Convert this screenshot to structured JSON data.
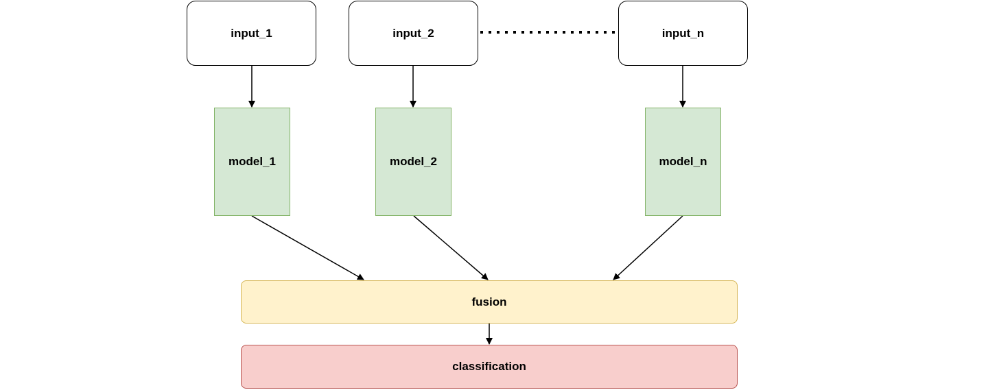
{
  "diagram": {
    "inputs": [
      {
        "label": "input_1"
      },
      {
        "label": "input_2"
      },
      {
        "label": "input_n"
      }
    ],
    "models": [
      {
        "label": "model_1"
      },
      {
        "label": "model_2"
      },
      {
        "label": "model_n"
      }
    ],
    "fusion": {
      "label": "fusion"
    },
    "classification": {
      "label": "classification"
    }
  },
  "colors": {
    "model_fill": "#d5e8d4",
    "model_stroke": "#82b366",
    "fusion_fill": "#fff2cc",
    "fusion_stroke": "#d6b656",
    "classification_fill": "#f8cecc",
    "classification_stroke": "#b85450",
    "connector": "#000000"
  }
}
